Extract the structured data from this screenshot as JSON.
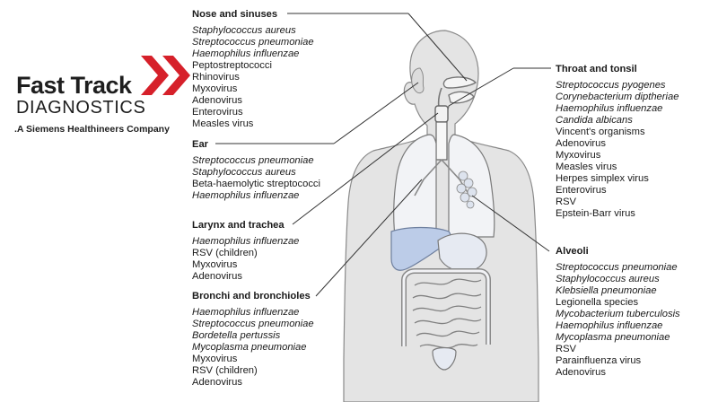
{
  "logo": {
    "brand": "Fast Track",
    "sub": "DIAGNOSTICS",
    "tagline": ".A Siemens Healthineers Company",
    "accent_color": "#d6202a"
  },
  "colors": {
    "body": "#e4e4e4",
    "outline": "#8a8a8a",
    "organ": "#f2f3f6",
    "liver": "#bccce8",
    "line": "#333333"
  },
  "groups": {
    "nose": {
      "title": "Nose and sinuses",
      "items": [
        {
          "text": "Staphylococcus aureus",
          "italic": true
        },
        {
          "text": "Streptococcus pneumoniae",
          "italic": true
        },
        {
          "text": "Haemophilus influenzae",
          "italic": true
        },
        {
          "text": "Peptostreptococci",
          "italic": false
        },
        {
          "text": "Rhinovirus",
          "italic": false
        },
        {
          "text": "Myxovirus",
          "italic": false
        },
        {
          "text": "Adenovirus",
          "italic": false
        },
        {
          "text": "Enterovirus",
          "italic": false
        },
        {
          "text": "Measles virus",
          "italic": false
        }
      ]
    },
    "ear": {
      "title": "Ear",
      "items": [
        {
          "text": "Streptococcus pneumoniae",
          "italic": true
        },
        {
          "text": "Staphylococcus aureus",
          "italic": true
        },
        {
          "text": "Beta-haemolytic streptococci",
          "italic": false
        },
        {
          "text": "Haemophilus influenzae",
          "italic": true
        }
      ]
    },
    "larynx": {
      "title": "Larynx and trachea",
      "items": [
        {
          "text": "Haemophilus influenzae",
          "italic": true
        },
        {
          "text": "RSV (children)",
          "italic": false
        },
        {
          "text": "Myxovirus",
          "italic": false
        },
        {
          "text": "Adenovirus",
          "italic": false
        }
      ]
    },
    "bronchi": {
      "title": "Bronchi and bronchioles",
      "items": [
        {
          "text": "Haemophilus influenzae",
          "italic": true
        },
        {
          "text": "Streptococcus pneumoniae",
          "italic": true
        },
        {
          "text": "Bordetella pertussis",
          "italic": true
        },
        {
          "text": "Mycoplasma pneumoniae",
          "italic": true
        },
        {
          "text": "Myxovirus",
          "italic": false
        },
        {
          "text": "RSV (children)",
          "italic": false
        },
        {
          "text": "Adenovirus",
          "italic": false
        }
      ]
    },
    "throat": {
      "title": "Throat and tonsil",
      "items": [
        {
          "text": "Streptococcus pyogenes",
          "italic": true
        },
        {
          "text": "Corynebacterium diptheriae",
          "italic": true
        },
        {
          "text": "Haemophilus influenzae",
          "italic": true
        },
        {
          "text": "Candida albicans",
          "italic": true
        },
        {
          "text": "Vincent's organisms",
          "italic": false
        },
        {
          "text": "Adenovirus",
          "italic": false
        },
        {
          "text": "Myxovirus",
          "italic": false
        },
        {
          "text": "Measles virus",
          "italic": false
        },
        {
          "text": "Herpes simplex virus",
          "italic": false
        },
        {
          "text": "Enterovirus",
          "italic": false
        },
        {
          "text": "RSV",
          "italic": false
        },
        {
          "text": "Epstein-Barr virus",
          "italic": false
        }
      ]
    },
    "alveoli": {
      "title": "Alveoli",
      "items": [
        {
          "text": "Streptococcus pneumoniae",
          "italic": true
        },
        {
          "text": "Staphylococcus aureus",
          "italic": true
        },
        {
          "text": "Klebsiella pneumoniae",
          "italic": true
        },
        {
          "text": "Legionella species",
          "italic": false
        },
        {
          "text": "Mycobacterium tuberculosis",
          "italic": true
        },
        {
          "text": "Haemophilus influenzae",
          "italic": true
        },
        {
          "text": "Mycoplasma pneumoniae",
          "italic": true
        },
        {
          "text": "RSV",
          "italic": false
        },
        {
          "text": "Parainfluenza virus",
          "italic": false
        },
        {
          "text": "Adenovirus",
          "italic": false
        }
      ]
    }
  }
}
